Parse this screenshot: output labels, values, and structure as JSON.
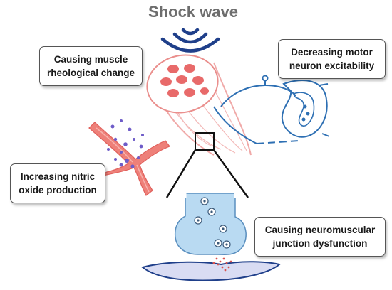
{
  "title": "Shock wave",
  "labels": {
    "rheological": [
      "Causing muscle",
      "rheological change"
    ],
    "motor_neuron": [
      "Decreasing motor",
      "neuron excitability"
    ],
    "nitric_oxide": [
      "Increasing nitric",
      "oxide production"
    ],
    "neuromuscular": [
      "Causing neuromuscular",
      "junction dysfunction"
    ]
  },
  "colors": {
    "wave": "#1f3f8a",
    "muscle": "#e9686a",
    "muscle_light": "#f6c6c4",
    "vessel": "#ea7a74",
    "dots": "#6e5cc8",
    "neuron": "#2d6fb3",
    "terminal_fill": "#b9daf2",
    "terminal_stroke": "#5a8fbf",
    "membrane": "#d9dcf3",
    "title": "#6e6e6e"
  }
}
